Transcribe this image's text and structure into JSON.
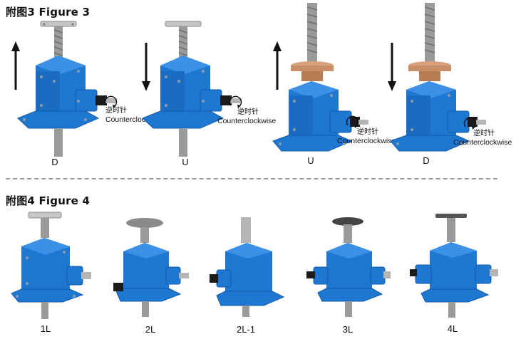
{
  "figure3": {
    "title_prefix": "附图3",
    "title_label": "Figure 3",
    "items": [
      {
        "caption": "D",
        "direction": "up",
        "rotation_cn": "逆时针",
        "rotation_en": "Counterclockwise"
      },
      {
        "caption": "U",
        "direction": "down",
        "rotation_cn": "逆时针",
        "rotation_en": "Counterclockwise"
      },
      {
        "caption": "U",
        "direction": "up",
        "rotation_cn": "逆时针",
        "rotation_en": "Counterclockwise"
      },
      {
        "caption": "D",
        "direction": "down",
        "rotation_cn": "逆时针",
        "rotation_en": "Counterclockwise"
      }
    ]
  },
  "figure4": {
    "title_prefix": "附图4",
    "title_label": "Figure 4",
    "items": [
      {
        "caption": "1L"
      },
      {
        "caption": "2L"
      },
      {
        "caption": "2L-1"
      },
      {
        "caption": "3L"
      },
      {
        "caption": "4L"
      }
    ]
  },
  "colors": {
    "body_blue": "#1e78d2",
    "body_blue_dark": "#135aa8",
    "shaft_steel": "#9a9a9a",
    "nut_bronze": "#c98f67",
    "plate_gray": "#bfbfbf",
    "plate_dark": "#555555"
  },
  "icons": [
    "arrow-up-icon",
    "arrow-down-icon",
    "counterclockwise-arc-icon"
  ]
}
